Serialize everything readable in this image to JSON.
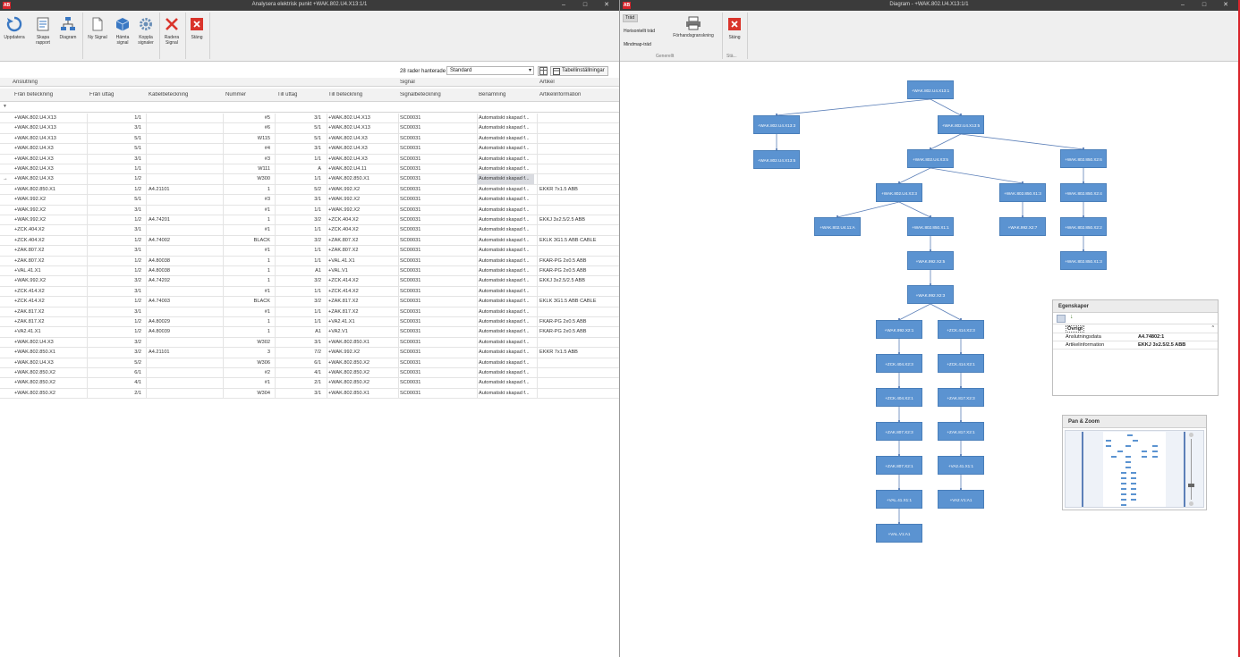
{
  "left_window": {
    "title": "Analysera elektrisk punkt +WAK.802.U4.X13:1/1",
    "ribbon": {
      "buttons": [
        {
          "label": "Uppdatera",
          "icon": "refresh-icon"
        },
        {
          "label": "Skapa rapport",
          "icon": "report-icon"
        },
        {
          "label": "Diagram",
          "icon": "diagram-icon"
        },
        {
          "label": "Ny Signal",
          "icon": "new-document-icon"
        },
        {
          "label": "Hämta signal",
          "icon": "cube-icon"
        },
        {
          "label": "Koppla signaler",
          "icon": "gear-icon"
        },
        {
          "label": "Radera Signal",
          "icon": "delete-x-icon"
        },
        {
          "label": "Stäng",
          "icon": "close-icon"
        }
      ]
    },
    "grid_toolbar": {
      "row_count_label": "28 rader hanterade",
      "layout_select": "Standard",
      "settings_button": "Tabellinställningar"
    },
    "group_headers": [
      "Anslutning",
      "Signal",
      "Artikel"
    ],
    "columns": [
      "Från beteckning",
      "Från uttag",
      "Kabelbeteckning",
      "Nummer",
      "Till uttag",
      "Till beteckning",
      "Signalbeteckning",
      "Benämning",
      "Artikelinformation"
    ],
    "rows": [
      [
        "+WAK.802.U4.X13",
        "1/1",
        "",
        "#5",
        "3/1",
        "+WAK.802.U4.X13",
        "SC00031",
        "Automatiskt skapad f...",
        ""
      ],
      [
        "+WAK.802.U4.X13",
        "3/1",
        "",
        "#6",
        "5/1",
        "+WAK.802.U4.X13",
        "SC00031",
        "Automatiskt skapad f...",
        ""
      ],
      [
        "+WAK.802.U4.X13",
        "5/1",
        "",
        "W115",
        "5/1",
        "+WAK.802.U4.X3",
        "SC00031",
        "Automatiskt skapad f...",
        ""
      ],
      [
        "+WAK.802.U4.X3",
        "5/1",
        "",
        "#4",
        "3/1",
        "+WAK.802.U4.X3",
        "SC00031",
        "Automatiskt skapad f...",
        ""
      ],
      [
        "+WAK.802.U4.X3",
        "3/1",
        "",
        "#3",
        "1/1",
        "+WAK.802.U4.X3",
        "SC00031",
        "Automatiskt skapad f...",
        ""
      ],
      [
        "+WAK.802.U4.X3",
        "1/1",
        "",
        "W111",
        "A",
        "+WAK.802.U4.11",
        "SC00031",
        "Automatiskt skapad f...",
        ""
      ],
      [
        "+WAK.802.U4.X3",
        "1/2",
        "",
        "W300",
        "1/1",
        "+WAK.802.850.X1",
        "SC00031",
        "Automatiskt skapad f...",
        ""
      ],
      [
        "+WAK.802.850.X1",
        "1/2",
        "A4.21101",
        "1",
        "5/2",
        "+WAK.992.X2",
        "SC00031",
        "Automatiskt skapad f...",
        "EKKR 7x1.5 ABB"
      ],
      [
        "+WAK.992.X2",
        "5/1",
        "",
        "#3",
        "3/1",
        "+WAK.992.X2",
        "SC00031",
        "Automatiskt skapad f...",
        ""
      ],
      [
        "+WAK.992.X2",
        "3/1",
        "",
        "#1",
        "1/1",
        "+WAK.992.X2",
        "SC00031",
        "Automatiskt skapad f...",
        ""
      ],
      [
        "+WAK.992.X2",
        "1/2",
        "A4.74201",
        "1",
        "3/2",
        "+ZCK.404.X2",
        "SC00031",
        "Automatiskt skapad f...",
        "EKKJ 3x2.5/2.5 ABB"
      ],
      [
        "+ZCK.404.X2",
        "3/1",
        "",
        "#1",
        "1/1",
        "+ZCK.404.X2",
        "SC00031",
        "Automatiskt skapad f...",
        ""
      ],
      [
        "+ZCK.404.X2",
        "1/2",
        "A4.74002",
        "BLACK",
        "3/2",
        "+ZAK.807.X2",
        "SC00031",
        "Automatiskt skapad f...",
        "EKLK 3G1.5 ABB CABLE"
      ],
      [
        "+ZAK.807.X2",
        "3/1",
        "",
        "#1",
        "1/1",
        "+ZAK.807.X2",
        "SC00031",
        "Automatiskt skapad f...",
        ""
      ],
      [
        "+ZAK.807.X2",
        "1/2",
        "A4.80038",
        "1",
        "1/1",
        "+VAL.41.X1",
        "SC00031",
        "Automatiskt skapad f...",
        "FKAR-PG 2x0.5 ABB"
      ],
      [
        "+VAL.41.X1",
        "1/2",
        "A4.80038",
        "1",
        "A1",
        "+VAL.V1",
        "SC00031",
        "Automatiskt skapad f...",
        "FKAR-PG 2x0.5 ABB"
      ],
      [
        "+WAK.992.X2",
        "3/2",
        "A4.74202",
        "1",
        "3/2",
        "+ZCK.414.X2",
        "SC00031",
        "Automatiskt skapad f...",
        "EKKJ 3x2.5/2.5 ABB"
      ],
      [
        "+ZCK.414.X2",
        "3/1",
        "",
        "#1",
        "1/1",
        "+ZCK.414.X2",
        "SC00031",
        "Automatiskt skapad f...",
        ""
      ],
      [
        "+ZCK.414.X2",
        "1/2",
        "A4.74003",
        "BLACK",
        "3/2",
        "+ZAK.817.X2",
        "SC00031",
        "Automatiskt skapad f...",
        "EKLK 3G1.5 ABB CABLE"
      ],
      [
        "+ZAK.817.X2",
        "3/1",
        "",
        "#1",
        "1/1",
        "+ZAK.817.X2",
        "SC00031",
        "Automatiskt skapad f...",
        ""
      ],
      [
        "+ZAK.817.X2",
        "1/2",
        "A4.80029",
        "1",
        "1/1",
        "+VA2.41.X1",
        "SC00031",
        "Automatiskt skapad f...",
        "FKAR-PG 2x0.5 ABB"
      ],
      [
        "+VA2.41.X1",
        "1/2",
        "A4.80039",
        "1",
        "A1",
        "+VA2.V1",
        "SC00031",
        "Automatiskt skapad f...",
        "FKAR-PG 2x0.5 ABB"
      ],
      [
        "+WAK.802.U4.X3",
        "3/2",
        "",
        "W302",
        "3/1",
        "+WAK.802.850.X1",
        "SC00031",
        "Automatiskt skapad f...",
        ""
      ],
      [
        "+WAK.802.850.X1",
        "3/2",
        "A4.21101",
        "3",
        "7/2",
        "+WAK.992.X2",
        "SC00031",
        "Automatiskt skapad f...",
        "EKKR 7x1.5 ABB"
      ],
      [
        "+WAK.802.U4.X3",
        "5/2",
        "",
        "W306",
        "6/1",
        "+WAK.802.850.X2",
        "SC00031",
        "Automatiskt skapad f...",
        ""
      ],
      [
        "+WAK.802.850.X2",
        "6/1",
        "",
        "#2",
        "4/1",
        "+WAK.802.850.X2",
        "SC00031",
        "Automatiskt skapad f...",
        ""
      ],
      [
        "+WAK.802.850.X2",
        "4/1",
        "",
        "#1",
        "2/1",
        "+WAK.802.850.X2",
        "SC00031",
        "Automatiskt skapad f...",
        ""
      ],
      [
        "+WAK.802.850.X2",
        "2/1",
        "",
        "W304",
        "3/1",
        "+WAK.802.850.X1",
        "SC00031",
        "Automatiskt skapad f...",
        ""
      ]
    ],
    "selected_row": 6,
    "selected_marker": "→",
    "filter_marker": "▼"
  },
  "right_window": {
    "title": "Diagram - +WAK.802.U4.X13:1/1",
    "ribbon": {
      "layout_options": [
        "Träd",
        "Horisontellt träd",
        "Mindmap-träd"
      ],
      "print_button": "Förhandsgranskning",
      "close_button": "Stäng",
      "group_general": "Generellt",
      "group_close": "Stä..."
    },
    "nodes": [
      {
        "id": "n0",
        "label": "+WAK.802.U4.X13:1"
      },
      {
        "id": "n1",
        "label": "+WAK.802.U4.X13:3"
      },
      {
        "id": "n2",
        "label": "+WAK.802.U4.X13:5"
      },
      {
        "id": "n3",
        "label": "+WAK.802.U4.X13:5"
      },
      {
        "id": "n4",
        "label": "+WAK.802.U4.X3:5"
      },
      {
        "id": "n5",
        "label": "+WAK.802.850.X2:6"
      },
      {
        "id": "n6",
        "label": "+WAK.802.U4.X3:3"
      },
      {
        "id": "n7",
        "label": "+WAK.802.850.X1:3"
      },
      {
        "id": "n8",
        "label": "+WAK.802.850.X2:4"
      },
      {
        "id": "n9",
        "label": "+WAK.802.U4.11:A"
      },
      {
        "id": "n10",
        "label": "+WAK.802.850.X1:1"
      },
      {
        "id": "n11",
        "label": "+WAK.992.X2:7"
      },
      {
        "id": "n12",
        "label": "+WAK.802.850.X2:2"
      },
      {
        "id": "n13",
        "label": "+WAK.992.X2:5"
      },
      {
        "id": "n14",
        "label": "+WAK.802.850.X1:3"
      },
      {
        "id": "n15",
        "label": "+WAK.992.X2:3"
      },
      {
        "id": "n16",
        "label": "+WAK.992.X2:1"
      },
      {
        "id": "n17",
        "label": "+ZCK.414.X2:3"
      },
      {
        "id": "n18",
        "label": "+ZCK.404.X2:3"
      },
      {
        "id": "n19",
        "label": "+ZCK.414.X2:1"
      },
      {
        "id": "n20",
        "label": "+ZCK.404.X2:1"
      },
      {
        "id": "n21",
        "label": "+ZAK.817.X2:3"
      },
      {
        "id": "n22",
        "label": "+ZAK.807.X2:3"
      },
      {
        "id": "n23",
        "label": "+ZAK.817.X2:1"
      },
      {
        "id": "n24",
        "label": "+ZAK.807.X2:1"
      },
      {
        "id": "n25",
        "label": "+VA2.41.X1:1"
      },
      {
        "id": "n26",
        "label": "+VAL.41.X1:1"
      },
      {
        "id": "n27",
        "label": "+VA2.V1:A1"
      },
      {
        "id": "n28",
        "label": "+VAL.V1:A1"
      }
    ],
    "properties": {
      "title": "Egenskaper",
      "category": "Övrigt",
      "rows": [
        {
          "key": "Anslutningsdata",
          "value": "A4.74802:1"
        },
        {
          "key": "Artikelinformation",
          "value": "EKKJ 3x2.5/2.5 ABB"
        }
      ]
    },
    "panzoom": {
      "title": "Pan & Zoom"
    }
  }
}
